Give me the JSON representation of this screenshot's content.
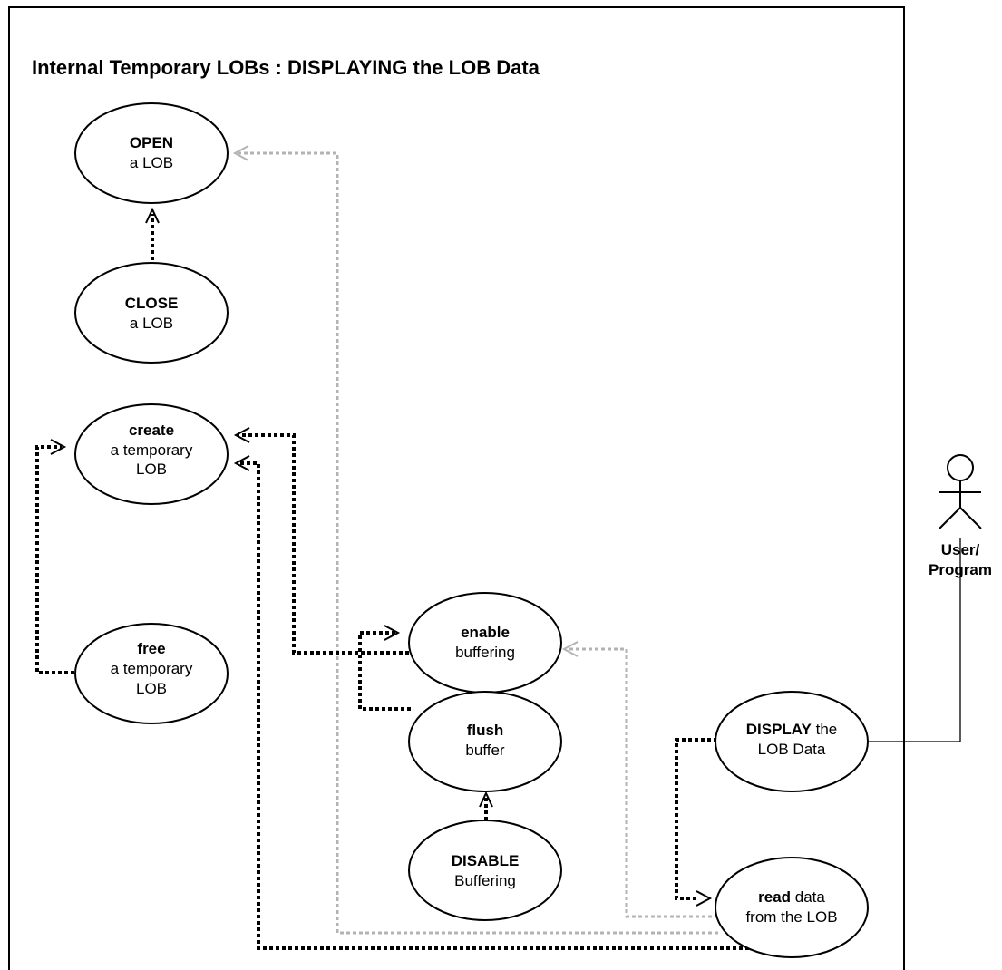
{
  "diagram": {
    "title": "Internal Temporary LOBs : DISPLAYING the LOB Data",
    "use_cases": {
      "open": {
        "bold": "OPEN",
        "line2": "a LOB"
      },
      "close": {
        "bold": "CLOSE",
        "line2": "a LOB"
      },
      "create": {
        "bold": "create",
        "line2": "a temporary",
        "line3": "LOB"
      },
      "free": {
        "bold": "free",
        "line2": "a temporary",
        "line3": "LOB"
      },
      "enable": {
        "bold": "enable",
        "line2": "buffering"
      },
      "flush": {
        "bold": "flush",
        "line2": "buffer"
      },
      "disable": {
        "bold": "DISABLE",
        "line2": "Buffering"
      },
      "display": {
        "bold": "DISPLAY",
        "rest1": " the",
        "line2": "LOB Data"
      },
      "read": {
        "bold": "read",
        "rest1": " data",
        "line2": "from the LOB"
      }
    },
    "actor": {
      "line1": "User/",
      "line2": "Program"
    },
    "colors": {
      "solid": "#000000",
      "optional": "#b3b3b3"
    }
  }
}
